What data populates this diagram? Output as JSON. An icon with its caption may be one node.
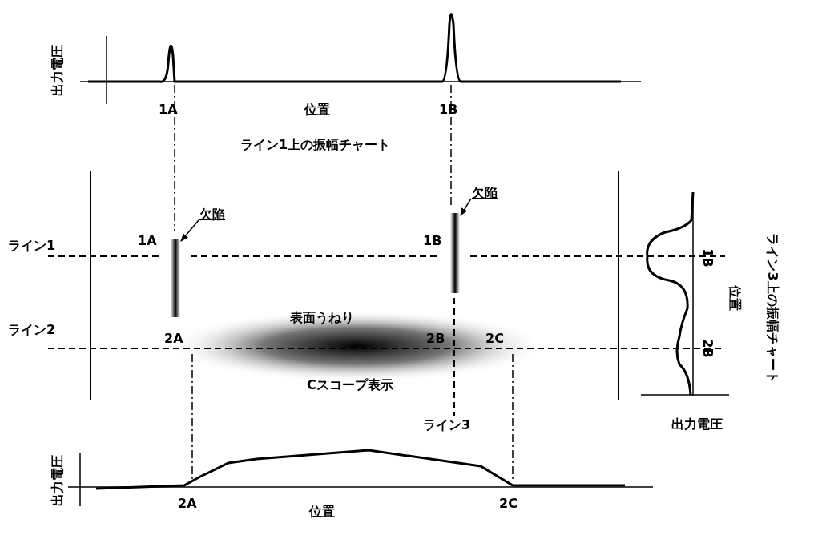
{
  "diagram": {
    "nodes": [
      {
        "text": [
          "Cスコープ表示"
        ]
      },
      {
        "text": [
          "欠陥"
        ],
        "in": 0
      },
      {
        "text": [],
        "shape": "bar",
        "in": 0
      },
      {
        "text": [
          "欠陥"
        ],
        "in": 0
      },
      {
        "text": [],
        "shape": "bar",
        "in": 0
      }
    ],
    "edges": [
      {
        "from": 1,
        "to": 2,
        "arrow": "to"
      },
      {
        "from": 3,
        "to": 4,
        "arrow": "to"
      }
    ],
    "labels": [
      "出力電圧",
      "1A",
      "位置",
      "1B",
      "ライン1上の振幅チャート",
      "1A",
      "1B",
      "ライン1",
      "ライン2",
      "表面うねり",
      "2A",
      "2B",
      "2C",
      "ライン3",
      "1B",
      "2B",
      "位置",
      "ライン3上の振幅チャート",
      "出力電圧",
      "出力電圧",
      "2A",
      "位置",
      "2C"
    ]
  }
}
